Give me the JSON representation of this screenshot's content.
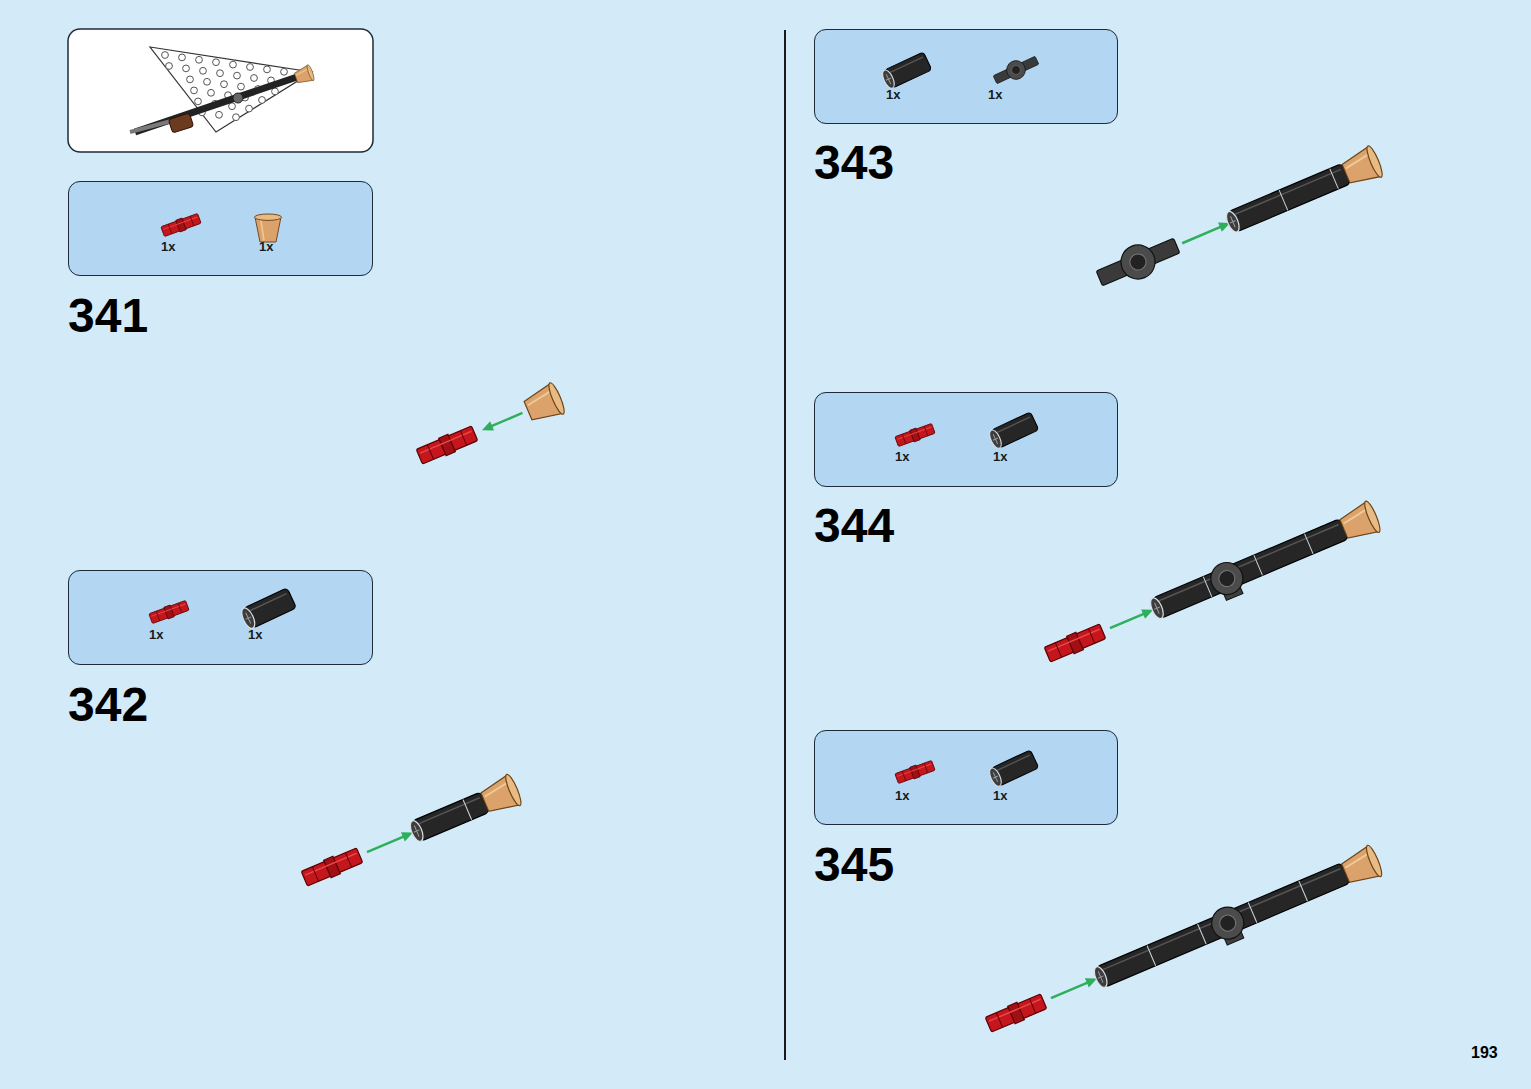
{
  "diagram": {
    "nodes": [
      {
        "text": [
          "1x",
          "1x"
        ]
      },
      {
        "text": [
          "1x",
          "1x"
        ]
      },
      {
        "text": [
          "1x",
          "1x"
        ]
      },
      {
        "text": [
          "1x",
          "1x"
        ]
      },
      {
        "text": [
          "1x",
          "1x"
        ]
      }
    ],
    "edges": [],
    "labels": [
      "341",
      "342",
      "343",
      "344",
      "345",
      "193"
    ]
  }
}
